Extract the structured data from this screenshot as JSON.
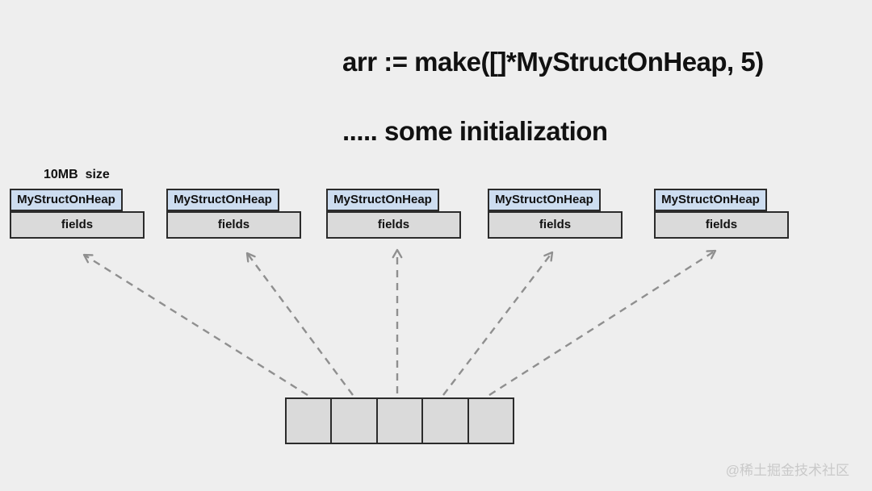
{
  "title": {
    "line1": "arr := make([]*MyStructOnHeap, 5)",
    "line2": "..... some initialization"
  },
  "size_label": "10MB  size",
  "structs": [
    {
      "name": "MyStructOnHeap",
      "fields": "fields"
    },
    {
      "name": "MyStructOnHeap",
      "fields": "fields"
    },
    {
      "name": "MyStructOnHeap",
      "fields": "fields"
    },
    {
      "name": "MyStructOnHeap",
      "fields": "fields"
    },
    {
      "name": "MyStructOnHeap",
      "fields": "fields"
    }
  ],
  "array": {
    "cell_count": 5
  },
  "watermark": "@稀土掘金技术社区",
  "colors": {
    "background": "#eeeeee",
    "header_fill": "#cdddf0",
    "box_fill": "#dadada",
    "border": "#2b2b2b",
    "arrow": "#8f8f8f",
    "text": "#111111",
    "watermark": "#c9c9c9"
  }
}
